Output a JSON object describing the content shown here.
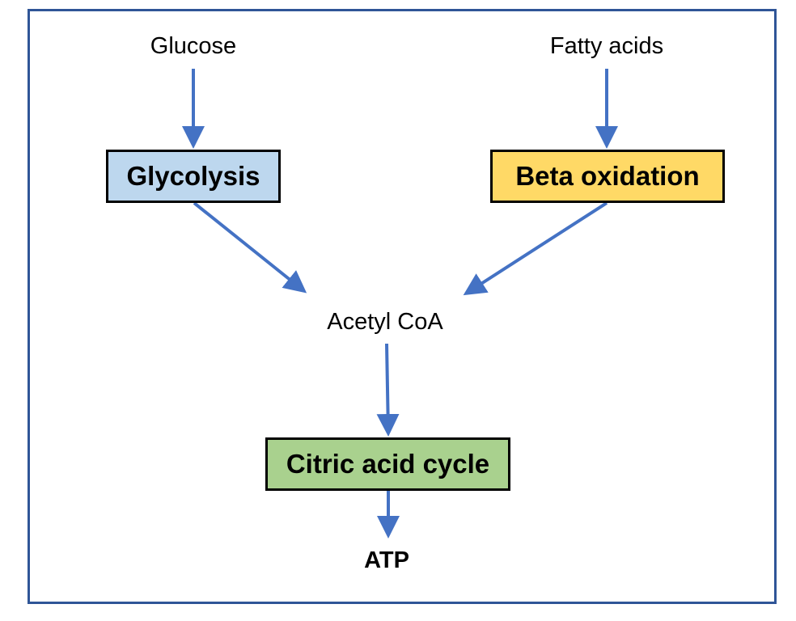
{
  "nodes": {
    "glucose": "Glucose",
    "fatty_acids": "Fatty acids",
    "glycolysis": "Glycolysis",
    "beta_oxidation": "Beta oxidation",
    "acetyl_coa": "Acetyl CoA",
    "citric_acid_cycle": "Citric acid cycle",
    "atp": "ATP"
  },
  "edges": [
    {
      "from": "Glucose",
      "to": "Glycolysis"
    },
    {
      "from": "Fatty acids",
      "to": "Beta oxidation"
    },
    {
      "from": "Glycolysis",
      "to": "Acetyl CoA"
    },
    {
      "from": "Beta oxidation",
      "to": "Acetyl CoA"
    },
    {
      "from": "Acetyl CoA",
      "to": "Citric acid cycle"
    },
    {
      "from": "Citric acid cycle",
      "to": "ATP"
    }
  ],
  "colors": {
    "frame": "#2f5597",
    "arrow": "#4472c4",
    "glycolysis_fill": "#bdd7ee",
    "beta_oxidation_fill": "#ffd966",
    "citric_acid_cycle_fill": "#a9d18e",
    "box_border": "#000000"
  }
}
